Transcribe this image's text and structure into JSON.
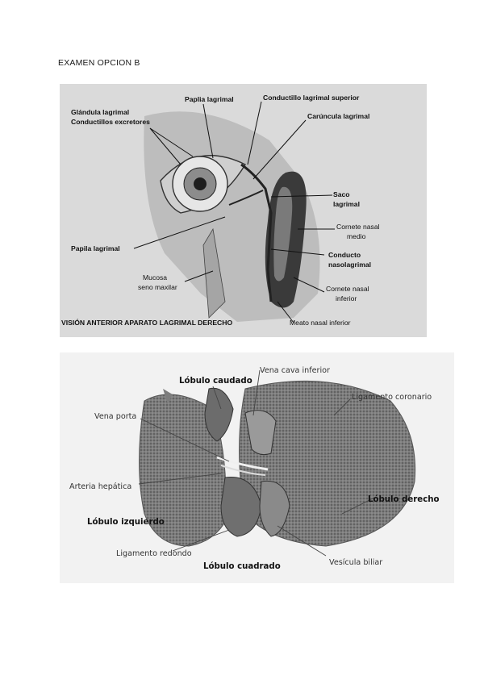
{
  "page": {
    "title": "EXAMEN OPCION B"
  },
  "figure1": {
    "caption": "VISIÓN ANTERIOR APARATO LAGRIMAL DERECHO",
    "labels": {
      "glandula_l1": "Glándula lagrimal",
      "glandula_l2": "Conductillos excretores",
      "papila_sup": "Paplia lagrimal",
      "conductillo": "Conductillo lagrimal superior",
      "caruncula": "Carúncula lagrimal",
      "saco_l1": "Saco",
      "saco_l2": "lagrimal",
      "cornete_medio_l1": "Cornete nasal",
      "cornete_medio_l2": "medio",
      "conducto_l1": "Conducto",
      "conducto_l2": "nasolagrimal",
      "cornete_inf_l1": "Cornete nasal",
      "cornete_inf_l2": "inferior",
      "meato": "Meato nasal inferior",
      "mucosa_l1": "Mucosa",
      "mucosa_l2": "seno maxilar",
      "papila_inf": "Papila lagrimal"
    }
  },
  "figure2": {
    "labels": {
      "lobulo_caudado": "Lóbulo caudado",
      "vena_cava": "Vena cava inferior",
      "ligamento_coronario": "Ligamento coronario",
      "vena_porta": "Vena porta",
      "arteria_hepatica": "Arteria hepática",
      "lobulo_izquierdo": "Lóbulo izquierdo",
      "lobulo_derecho": "Lóbulo derecho",
      "ligamento_redondo": "Ligamento redondo",
      "lobulo_cuadrado": "Lóbulo cuadrado",
      "vesicula_biliar": "Vesícula biliar"
    }
  }
}
